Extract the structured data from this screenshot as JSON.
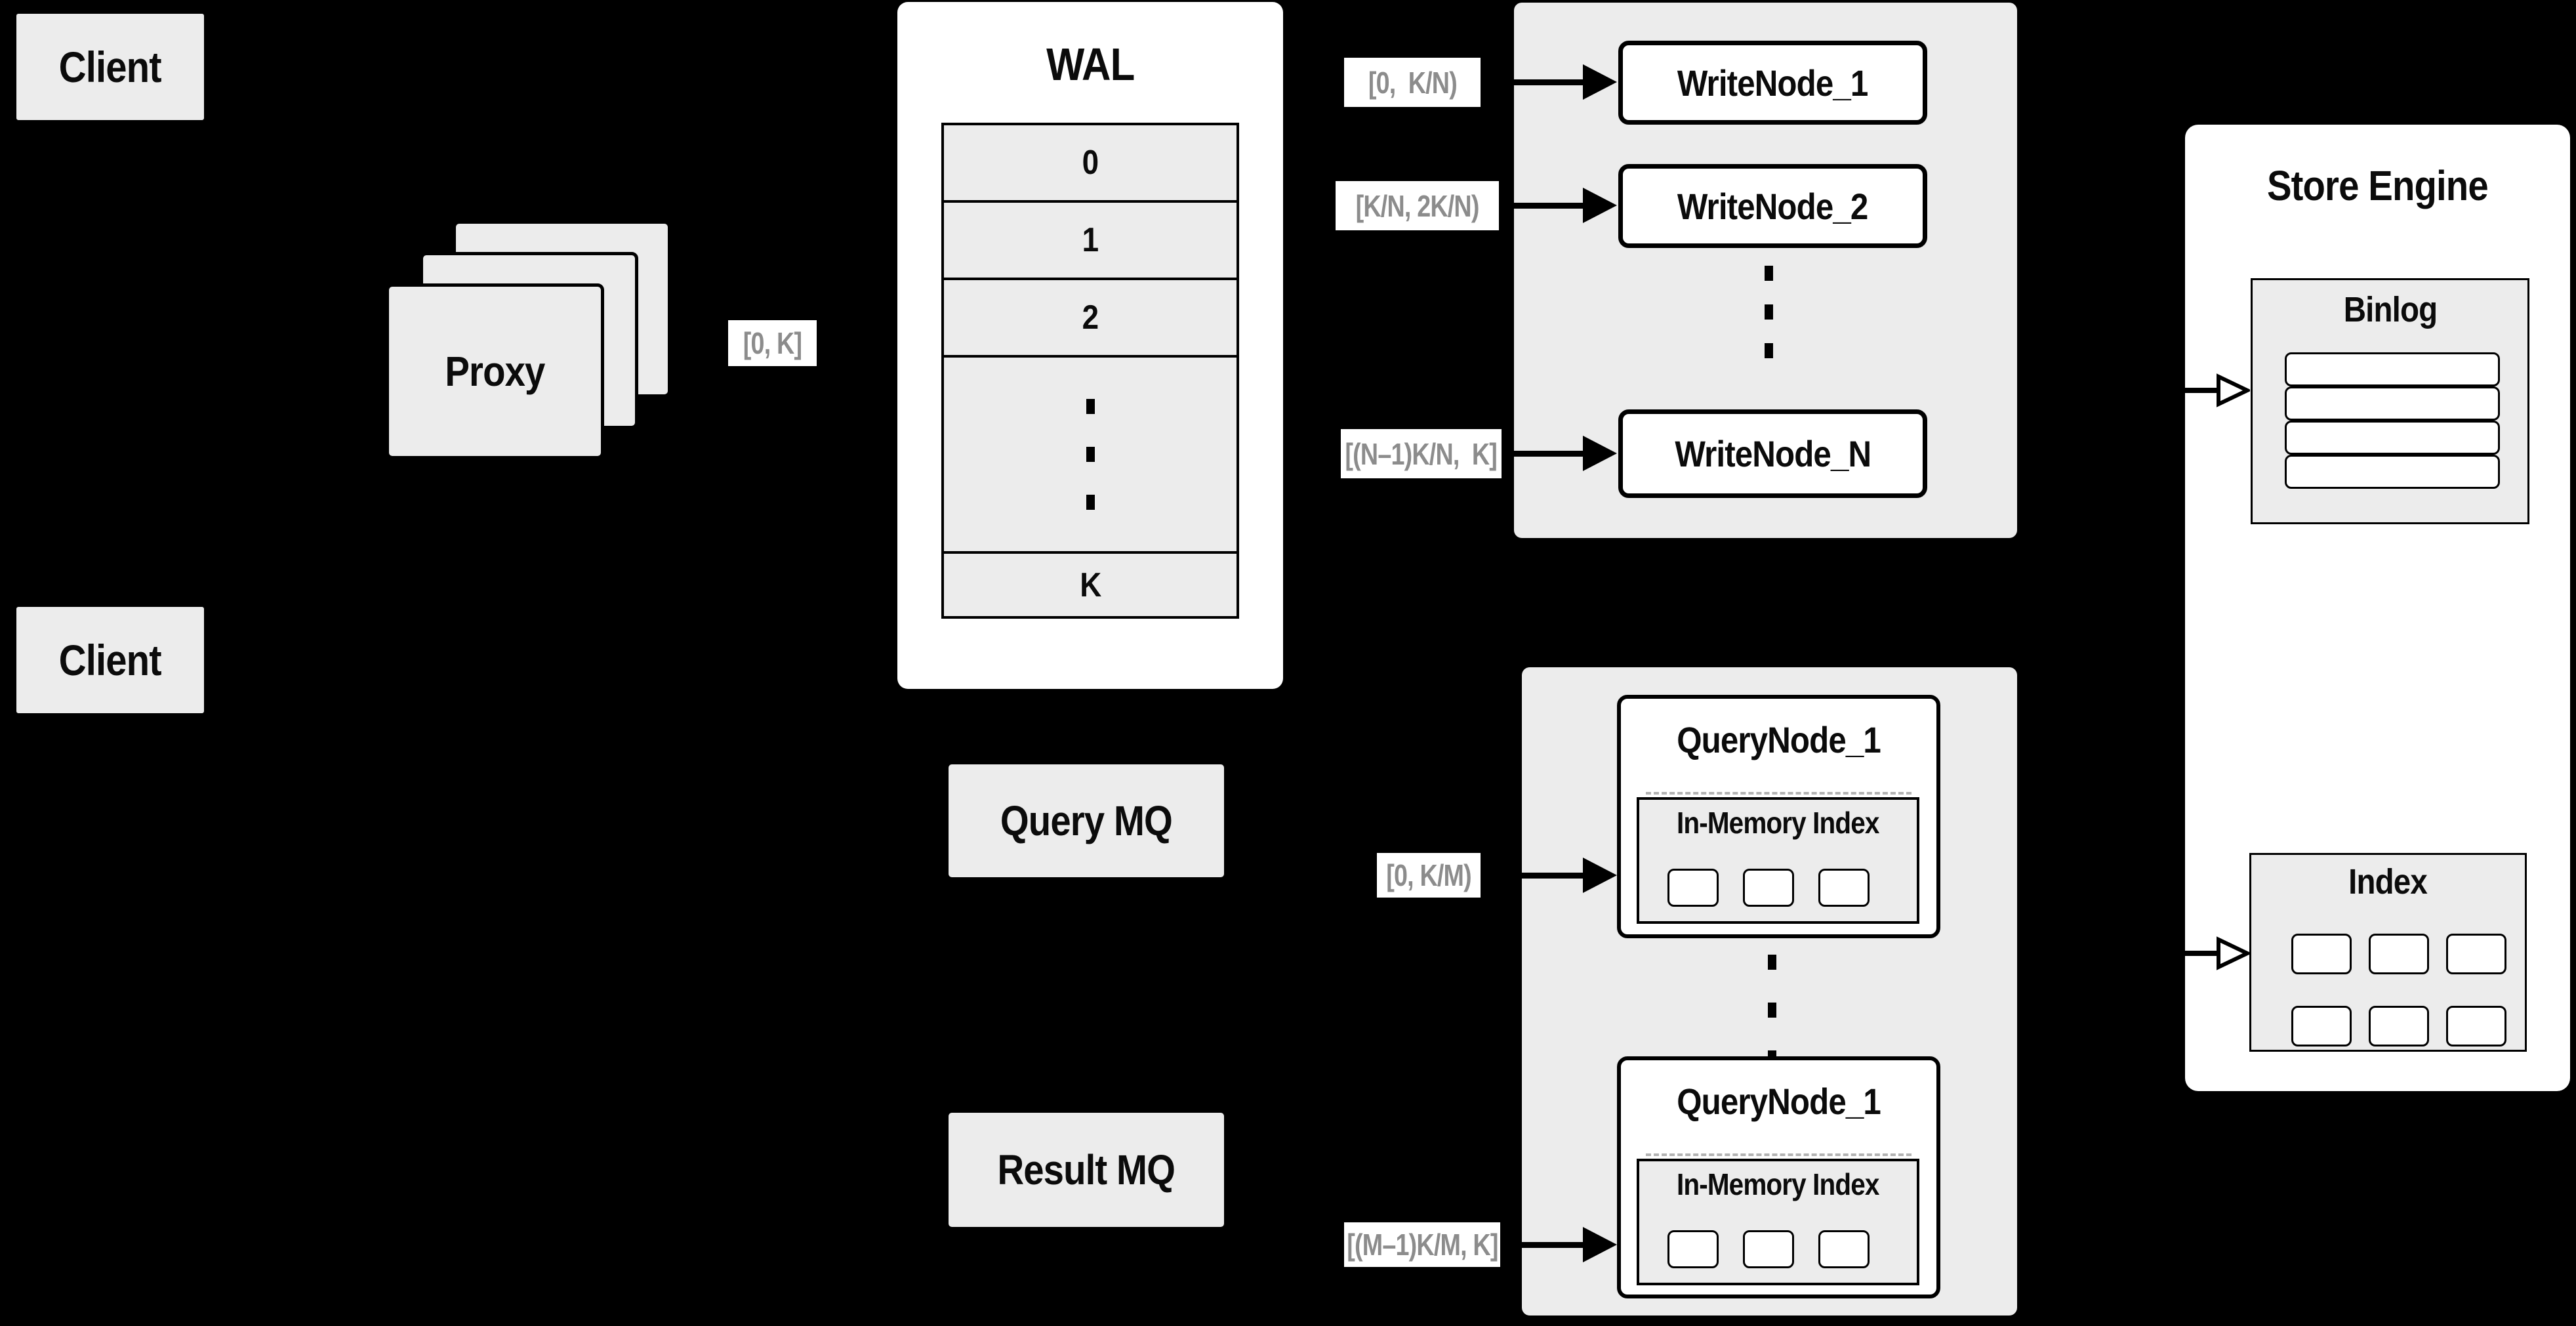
{
  "diagram": {
    "client_top": "Client",
    "client_bottom": "Client",
    "proxy": {
      "label": "Proxy"
    },
    "wal": {
      "title": "WAL",
      "rows": [
        "0",
        "1",
        "2"
      ],
      "last_row": "K"
    },
    "write_nodes": [
      "WriteNode_1",
      "WriteNode_2",
      "WriteNode_N"
    ],
    "query_mq": "Query MQ",
    "result_mq": "Result MQ",
    "query_node_top": {
      "title": "QueryNode_1",
      "panel_title": "In-Memory Index"
    },
    "query_node_bottom": {
      "title": "QueryNode_1",
      "panel_title": "In-Memory Index"
    },
    "store_engine": {
      "title": "Store Engine",
      "binlog_title": "Binlog",
      "index_title": "Index"
    },
    "edge_labels": {
      "proxy_to_wal": "[0, K]",
      "to_write_node_1": "[0,  K/N)",
      "to_write_node_2": "[K/N, 2K/N)",
      "to_write_node_n": "[(N–1)K/N,  K]",
      "to_query_node_1": "[0, K/M)",
      "to_query_node_m": "[(M–1)K/M, K]"
    },
    "colors": {
      "background": "#000000",
      "panel_gray": "#ececec",
      "box_white": "#ffffff",
      "border": "#000000",
      "edge_label_text": "#8c8c8c",
      "dashed_divider": "#b3b3b3"
    }
  }
}
